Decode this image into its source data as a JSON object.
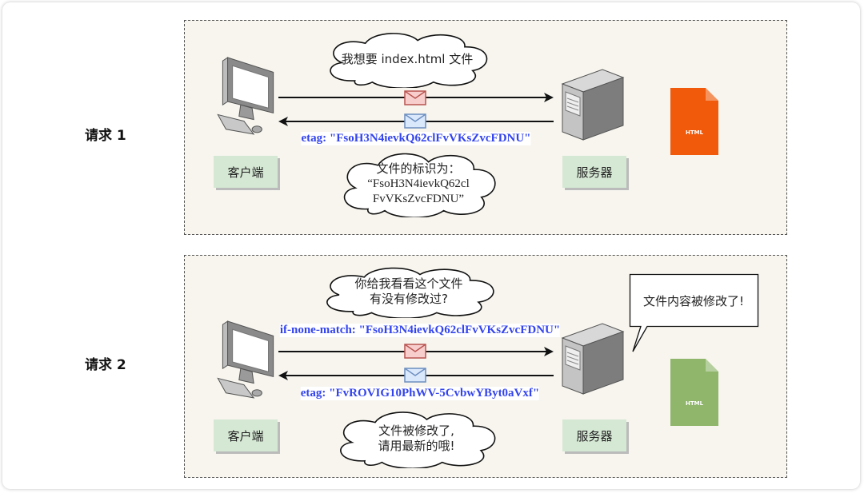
{
  "request1": {
    "label": "请求 1",
    "client_label": "客户端",
    "server_label": "服务器",
    "cloud_request": "我想要 index.html 文件",
    "response_header": "etag: \"FsoH3N4ievkQ62clFvVKsZvcFDNU\"",
    "cloud_response": [
      "文件的标识为：",
      "“FsoH3N4ievkQ62cl",
      "FvVKsZvcFDNU”"
    ],
    "file_label": "HTML",
    "file_color": "#f05a0a"
  },
  "request2": {
    "label": "请求 2",
    "client_label": "客户端",
    "server_label": "服务器",
    "cloud_request": [
      "你给我看看这个文件",
      "有没有修改过?"
    ],
    "request_header": "if-none-match: \"FsoH3N4ievkQ62clFvVKsZvcFDNU\"",
    "response_header": "etag: \"FvROVIG10PhWV-5CvbwYByt0aVxf\"",
    "cloud_response": [
      "文件被修改了,",
      "请用最新的哦!"
    ],
    "server_callout": "文件内容被修改了!",
    "file_label": "HTML",
    "file_color": "#8fb66a"
  },
  "colors": {
    "request_envelope": "#f8cecc",
    "response_envelope": "#dae8fc",
    "header_text": "#3344ee",
    "label_box": "#d5e8d4"
  }
}
